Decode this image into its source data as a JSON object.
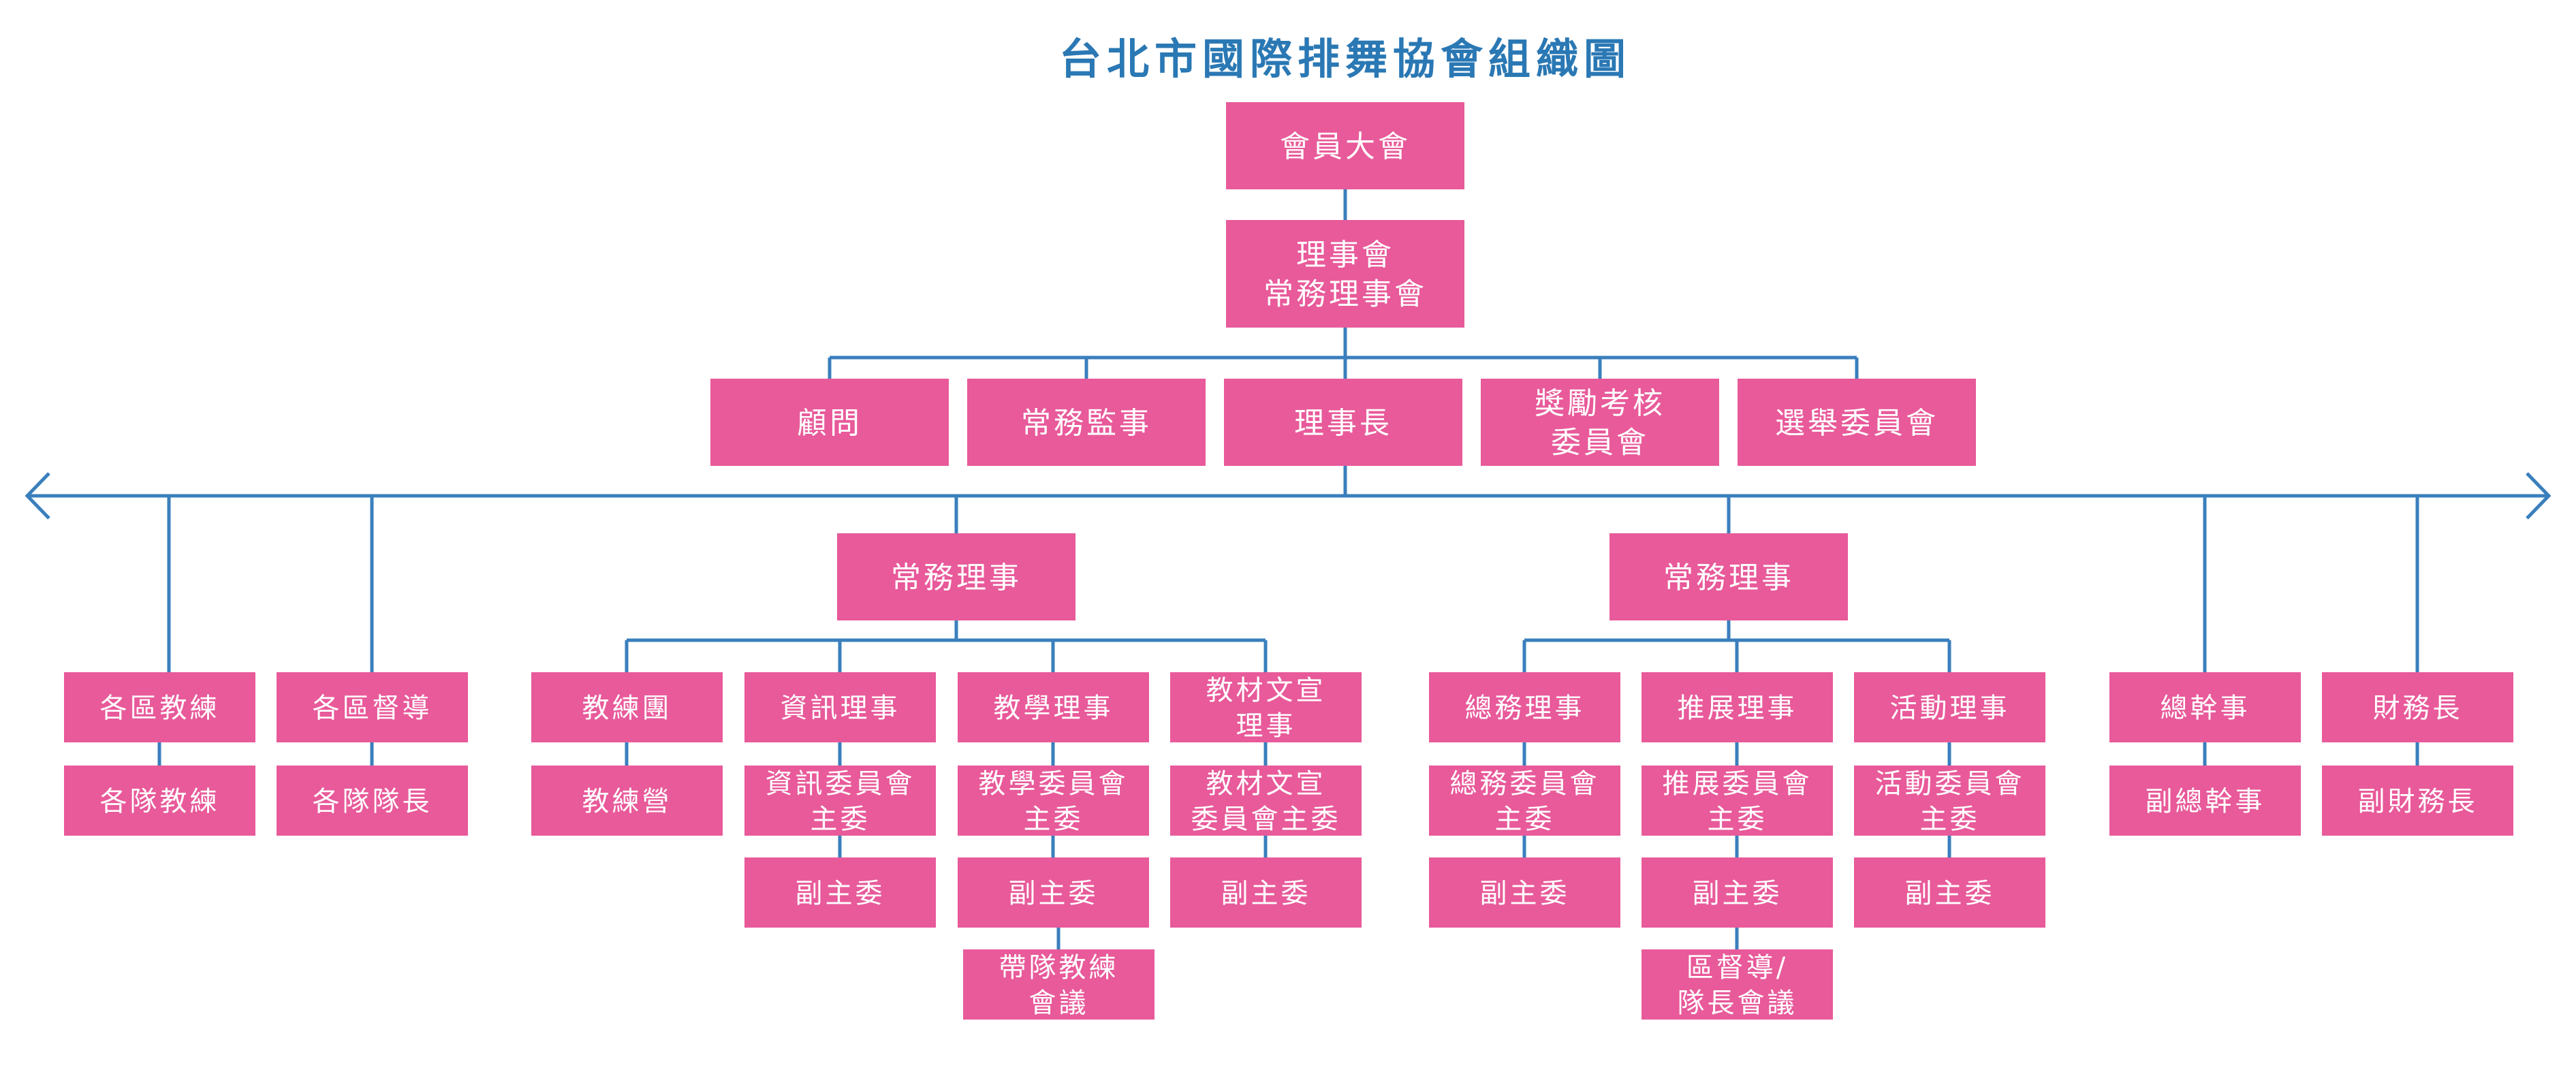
{
  "title": "台北市國際排舞協會組織圖",
  "colors": {
    "node": "#e85a9a",
    "line": "#3a7fbd",
    "title": "#2a78b4",
    "text": "#ffffff"
  },
  "nodes": [
    {
      "id": "general-assembly",
      "lines": [
        "會員大會"
      ]
    },
    {
      "id": "board",
      "lines": [
        "理事會",
        "常務理事會"
      ]
    },
    {
      "id": "advisor",
      "lines": [
        "顧問"
      ]
    },
    {
      "id": "standing-supervisor",
      "lines": [
        "常務監事"
      ]
    },
    {
      "id": "chairman",
      "lines": [
        "理事長"
      ]
    },
    {
      "id": "rewards-committee",
      "lines": [
        "獎勵考核",
        "委員會"
      ]
    },
    {
      "id": "election-committee",
      "lines": [
        "選舉委員會"
      ]
    },
    {
      "id": "standing-director-left",
      "lines": [
        "常務理事"
      ]
    },
    {
      "id": "standing-director-right",
      "lines": [
        "常務理事"
      ]
    },
    {
      "id": "district-coach",
      "lines": [
        "各區教練"
      ]
    },
    {
      "id": "team-coach",
      "lines": [
        "各隊教練"
      ]
    },
    {
      "id": "district-supervisor",
      "lines": [
        "各區督導"
      ]
    },
    {
      "id": "team-captain",
      "lines": [
        "各隊隊長"
      ]
    },
    {
      "id": "coaching-team",
      "lines": [
        "教練團"
      ]
    },
    {
      "id": "coach-camp",
      "lines": [
        "教練營"
      ]
    },
    {
      "id": "info-director",
      "lines": [
        "資訊理事"
      ]
    },
    {
      "id": "info-committee-chair",
      "lines": [
        "資訊委員會",
        "主委"
      ]
    },
    {
      "id": "info-vice-chair",
      "lines": [
        "副主委"
      ]
    },
    {
      "id": "teaching-director",
      "lines": [
        "教學理事"
      ]
    },
    {
      "id": "teaching-committee-chair",
      "lines": [
        "教學委員會",
        "主委"
      ]
    },
    {
      "id": "teaching-vice-chair",
      "lines": [
        "副主委"
      ]
    },
    {
      "id": "lead-coach-meeting",
      "lines": [
        "帶隊教練",
        "會議"
      ]
    },
    {
      "id": "material-director",
      "lines": [
        "教材文宣",
        "理事"
      ]
    },
    {
      "id": "material-committee-chair",
      "lines": [
        "教材文宣",
        "委員會主委"
      ]
    },
    {
      "id": "material-vice-chair",
      "lines": [
        "副主委"
      ]
    },
    {
      "id": "general-affairs-director",
      "lines": [
        "總務理事"
      ]
    },
    {
      "id": "general-affairs-committee-chair",
      "lines": [
        "總務委員會",
        "主委"
      ]
    },
    {
      "id": "general-affairs-vice-chair",
      "lines": [
        "副主委"
      ]
    },
    {
      "id": "promotion-director",
      "lines": [
        "推展理事"
      ]
    },
    {
      "id": "promotion-committee-chair",
      "lines": [
        "推展委員會",
        "主委"
      ]
    },
    {
      "id": "promotion-vice-chair",
      "lines": [
        "副主委"
      ]
    },
    {
      "id": "supervisor-captain-meeting",
      "lines": [
        "區督導/",
        "隊長會議"
      ]
    },
    {
      "id": "activity-director",
      "lines": [
        "活動理事"
      ]
    },
    {
      "id": "activity-committee-chair",
      "lines": [
        "活動委員會",
        "主委"
      ]
    },
    {
      "id": "activity-vice-chair",
      "lines": [
        "副主委"
      ]
    },
    {
      "id": "secretary-general",
      "lines": [
        "總幹事"
      ]
    },
    {
      "id": "deputy-secretary-general",
      "lines": [
        "副總幹事"
      ]
    },
    {
      "id": "treasurer",
      "lines": [
        "財務長"
      ]
    },
    {
      "id": "deputy-treasurer",
      "lines": [
        "副財務長"
      ]
    }
  ]
}
